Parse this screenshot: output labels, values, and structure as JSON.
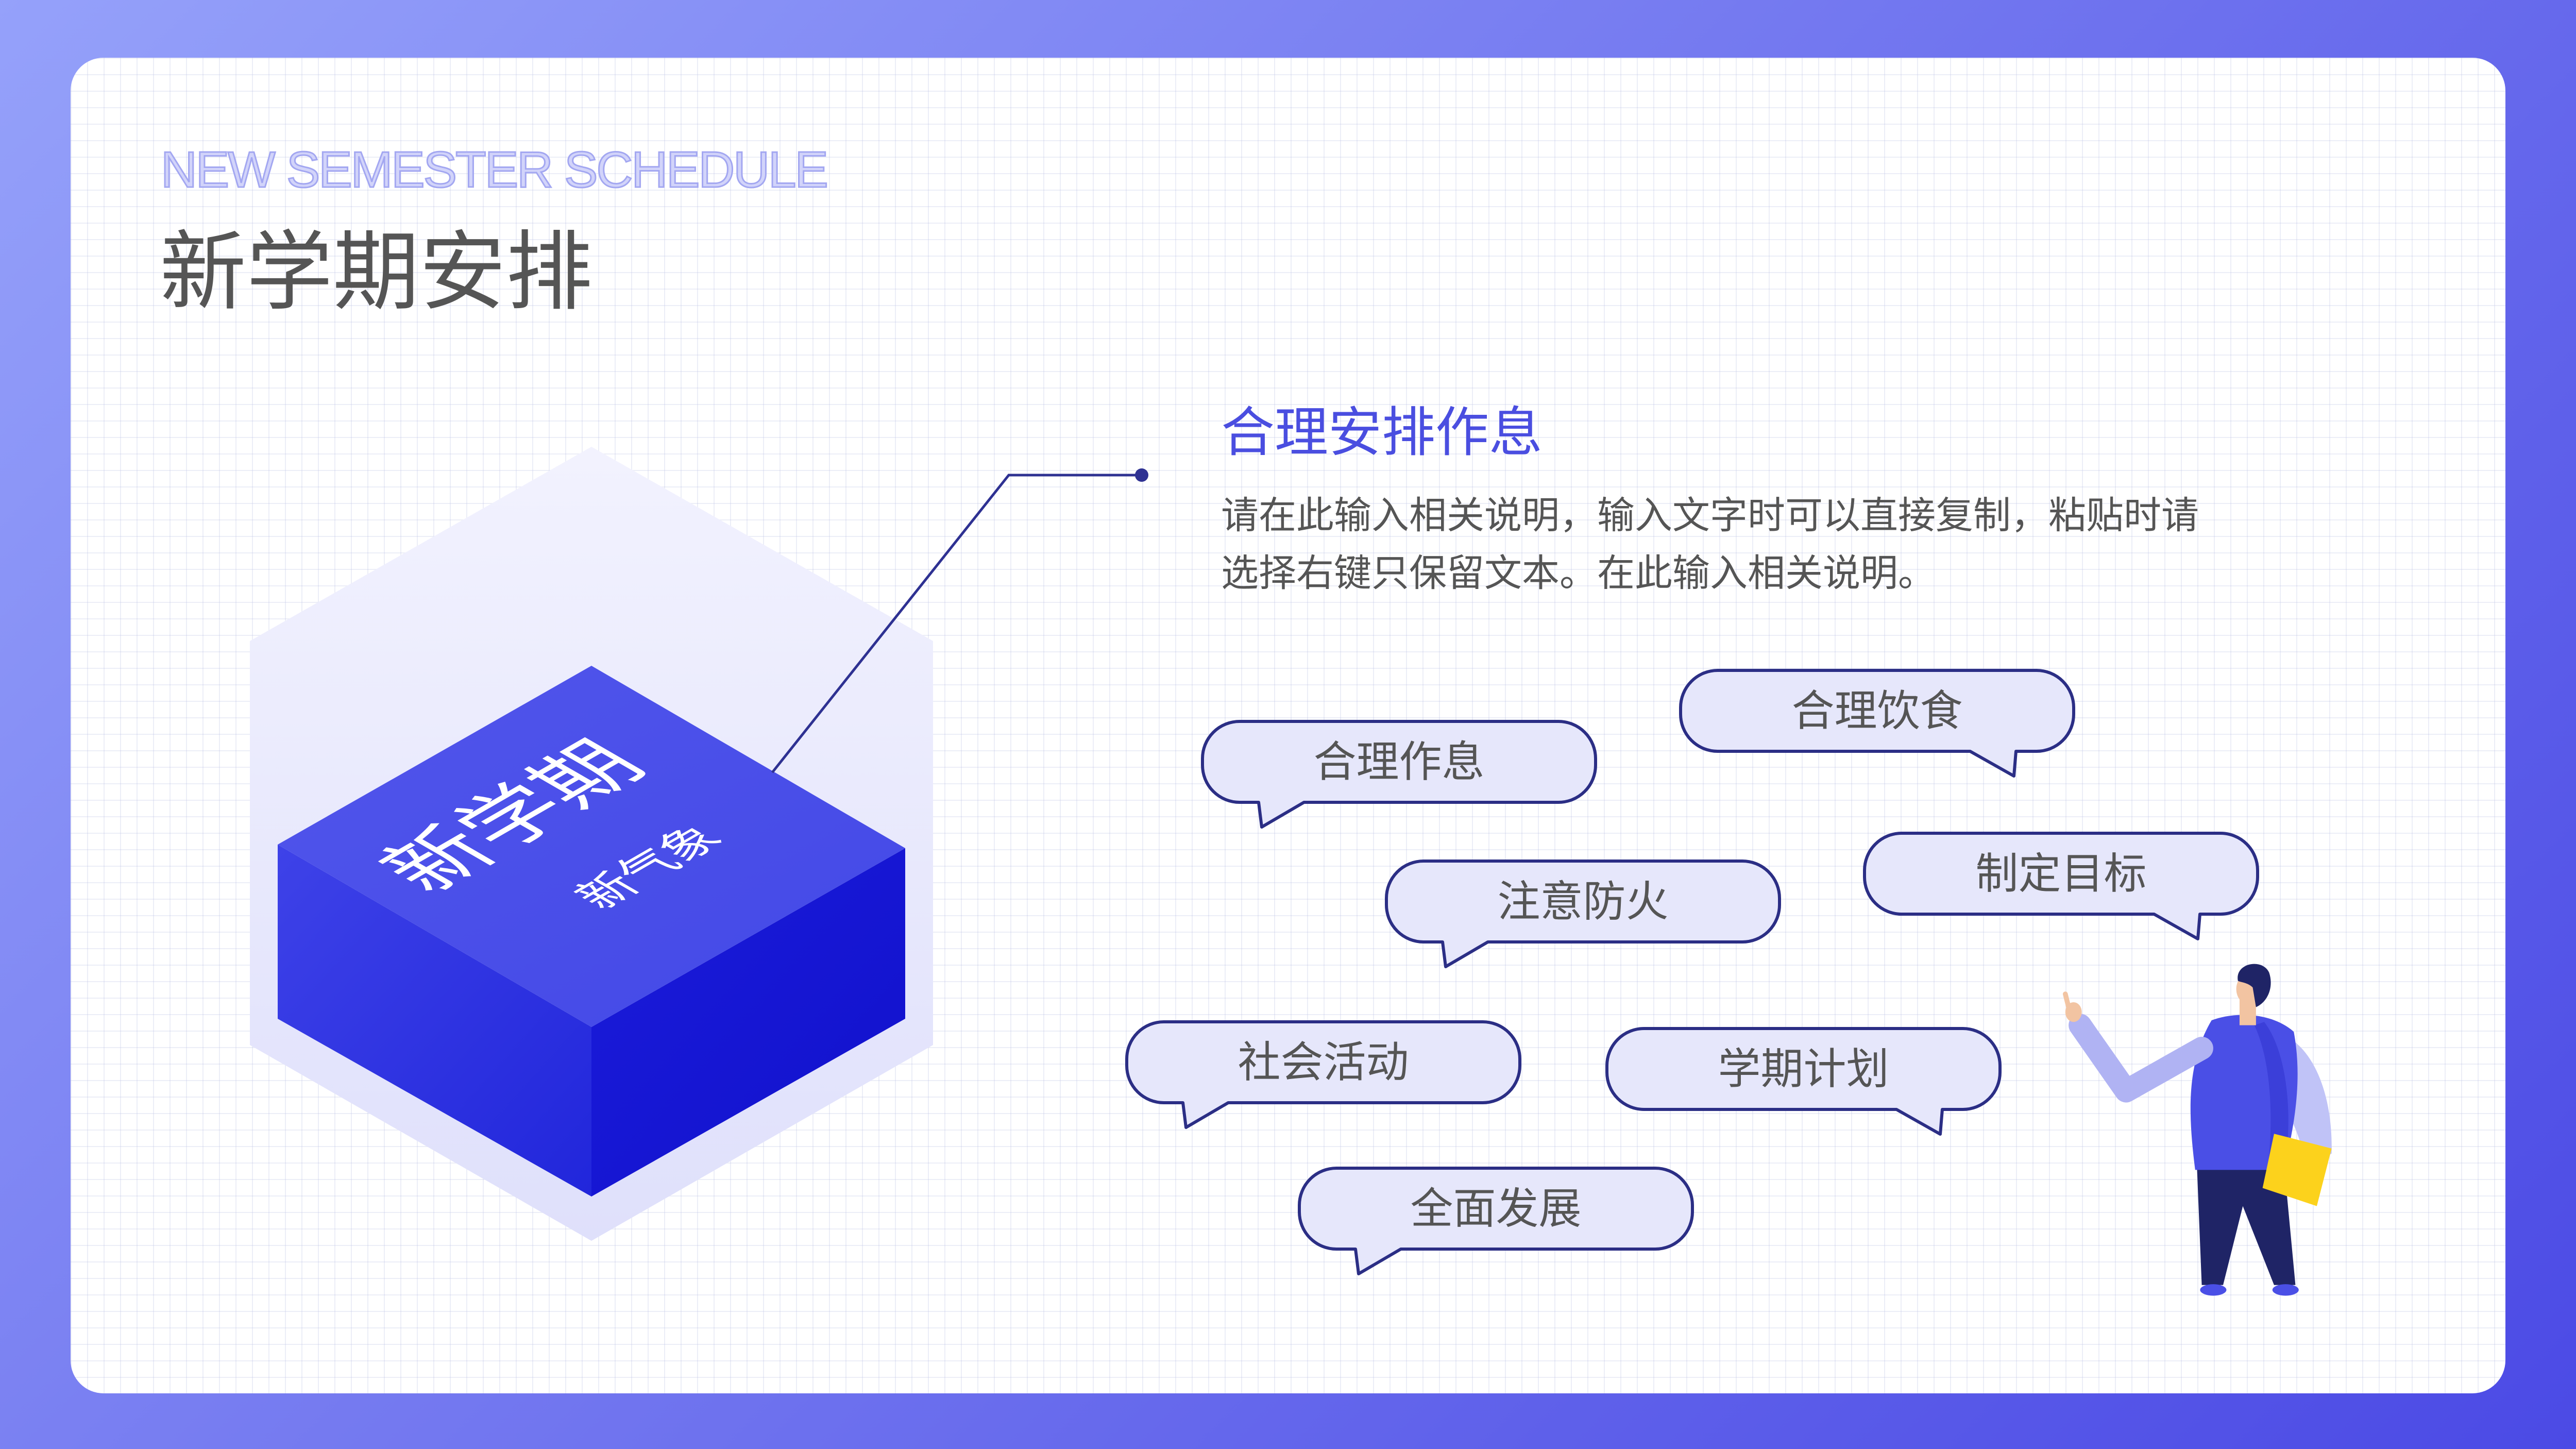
{
  "colors": {
    "accent": "#4a4ee0",
    "text": "#555555",
    "bubble_fill": "#e6e7fb",
    "bubble_stroke": "#2b2e85",
    "block_top": "#4b50ea",
    "block_right": "#1616d4"
  },
  "header": {
    "subtitle_en": "NEW SEMESTER SCHEDULE",
    "title": "新学期安排"
  },
  "block": {
    "main_text": "新学期",
    "sub_text": "新气象"
  },
  "section": {
    "heading": "合理安排作息",
    "description_lines": [
      "请在此输入相关说明，输入文字时可以直接复制，粘贴时请",
      "选择右键只保留文本。在此输入相关说明。"
    ]
  },
  "bubbles": [
    {
      "label": "合理作息"
    },
    {
      "label": "合理饮食"
    },
    {
      "label": "注意防火"
    },
    {
      "label": "制定目标"
    },
    {
      "label": "社会活动"
    },
    {
      "label": "学期计划"
    },
    {
      "label": "全面发展"
    }
  ],
  "icons": {
    "illustration": "person-pointing-illustration",
    "connector": "connector-dot"
  }
}
